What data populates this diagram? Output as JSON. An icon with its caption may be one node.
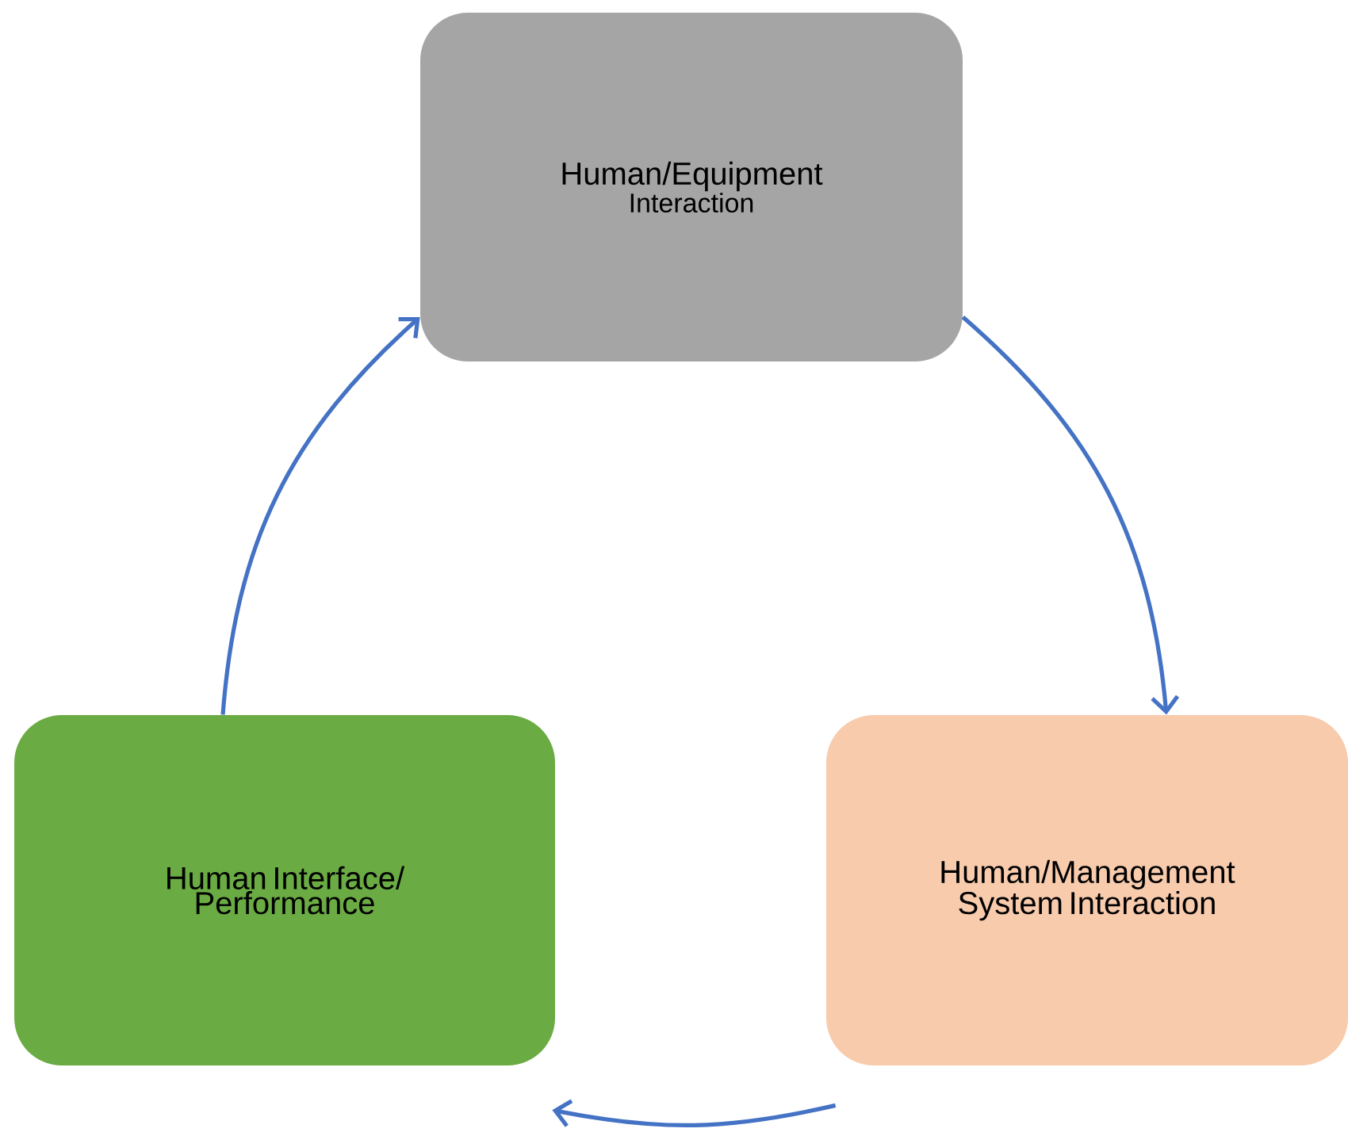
{
  "diagram": {
    "nodes": [
      {
        "text": [
          "Human/Equipment",
          "Interaction"
        ]
      },
      {
        "text": [
          "Human/Management System Interaction"
        ]
      },
      {
        "text": [
          "Human Interface/ Performance"
        ]
      }
    ],
    "edges": [
      {
        "from": 0,
        "to": 1,
        "arrow": "to"
      },
      {
        "from": 1,
        "to": 2,
        "arrow": "to"
      },
      {
        "from": 2,
        "to": 0,
        "arrow": "to"
      }
    ]
  }
}
